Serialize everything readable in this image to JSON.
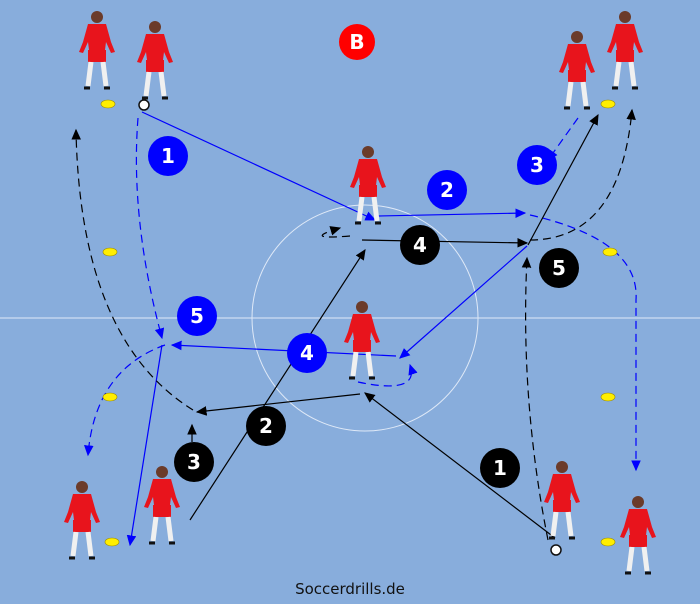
{
  "team_badge": {
    "label": "B",
    "color": "#ff0000"
  },
  "blue_steps": [
    "1",
    "2",
    "3",
    "4",
    "5"
  ],
  "black_steps": [
    "1",
    "2",
    "3",
    "4",
    "5"
  ],
  "colors": {
    "field": "#88addc",
    "blue": "#0000ff",
    "black": "#000000",
    "player": "#e8141c",
    "cone": "#ffee00"
  },
  "footer": "Soccerdrills.de"
}
